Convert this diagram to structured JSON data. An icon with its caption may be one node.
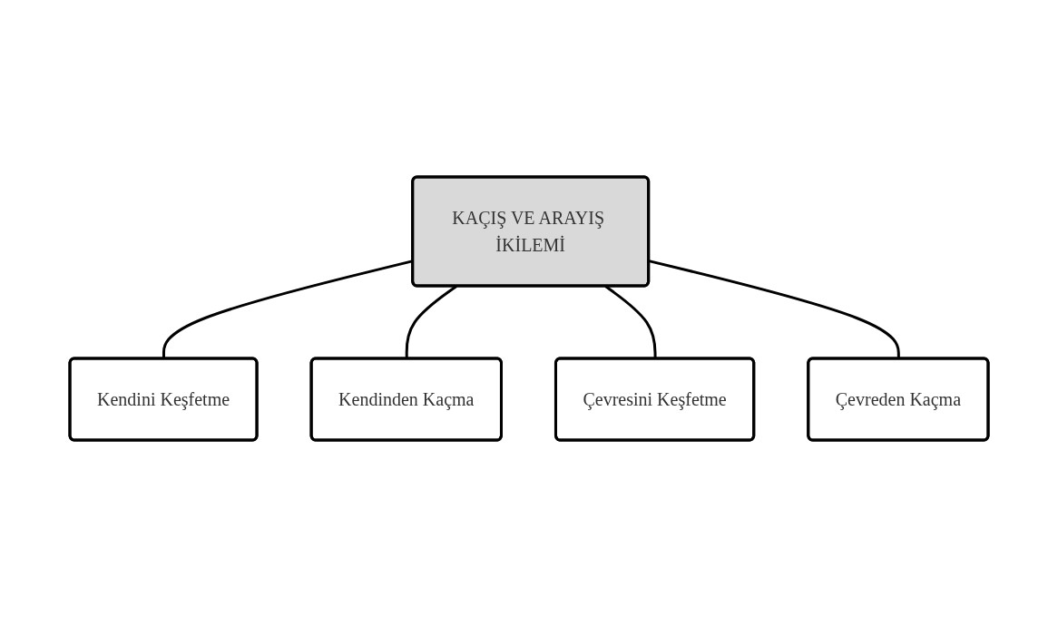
{
  "diagram": {
    "nodes": [
      {
        "text": [
          "Kendini Keşfetme"
        ]
      },
      {
        "text": [
          "Kendinden Kaçma"
        ]
      },
      {
        "text": [
          "KAÇIŞ VE ARAYIŞ İKİLEMİ"
        ]
      },
      {
        "text": [
          "Çevresini Keşfetme"
        ]
      },
      {
        "text": [
          "Çevreden Kaçma"
        ]
      }
    ],
    "edges": [
      {
        "from": 2,
        "to": 0,
        "arrow": "none"
      },
      {
        "from": 2,
        "to": 1,
        "arrow": "none"
      },
      {
        "from": 2,
        "to": 3,
        "arrow": "none"
      },
      {
        "from": 2,
        "to": 4,
        "arrow": "none"
      }
    ]
  }
}
